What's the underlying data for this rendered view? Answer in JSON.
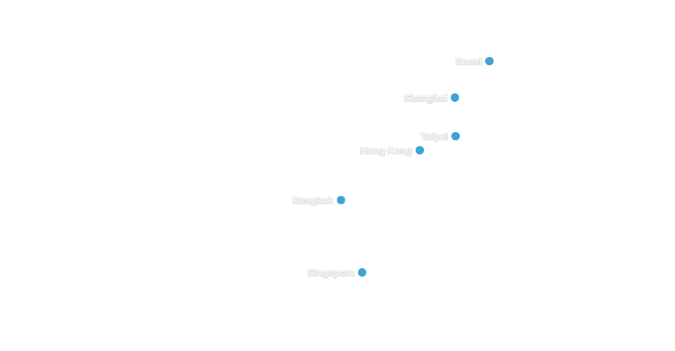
{
  "map": {
    "dot_color": "#3aa3d4",
    "cities": [
      {
        "name": "Seoul"
      },
      {
        "name": "Shanghai"
      },
      {
        "name": "Taipei"
      },
      {
        "name": "Hong Kong"
      },
      {
        "name": "Bangkok"
      },
      {
        "name": "Singapore"
      }
    ]
  }
}
